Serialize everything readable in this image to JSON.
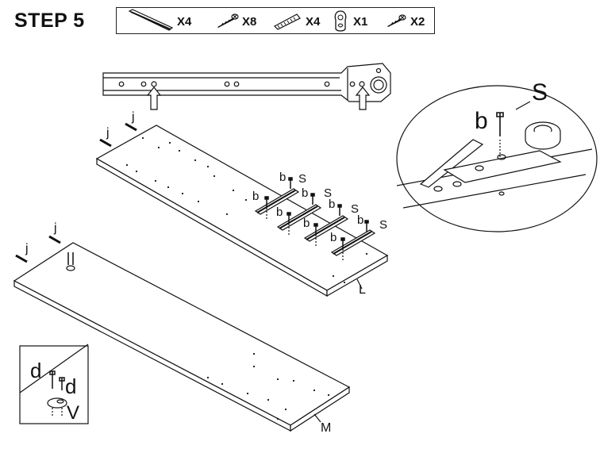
{
  "step": {
    "title": "STEP 5"
  },
  "parts": [
    {
      "icon": "rail-part-icon",
      "qty": "X4"
    },
    {
      "icon": "screw-part-icon",
      "qty": "X8"
    },
    {
      "icon": "dowel-part-icon",
      "qty": "X4"
    },
    {
      "icon": "cam-lock-part-icon",
      "qty": "X1"
    },
    {
      "icon": "small-screw-part-icon",
      "qty": "X2"
    }
  ],
  "labels": {
    "dowel": "j",
    "screw": "b",
    "rail": "S",
    "panel_top": "L",
    "panel_bottom": "M",
    "detail_screw": "d",
    "detail_lock": "V"
  }
}
